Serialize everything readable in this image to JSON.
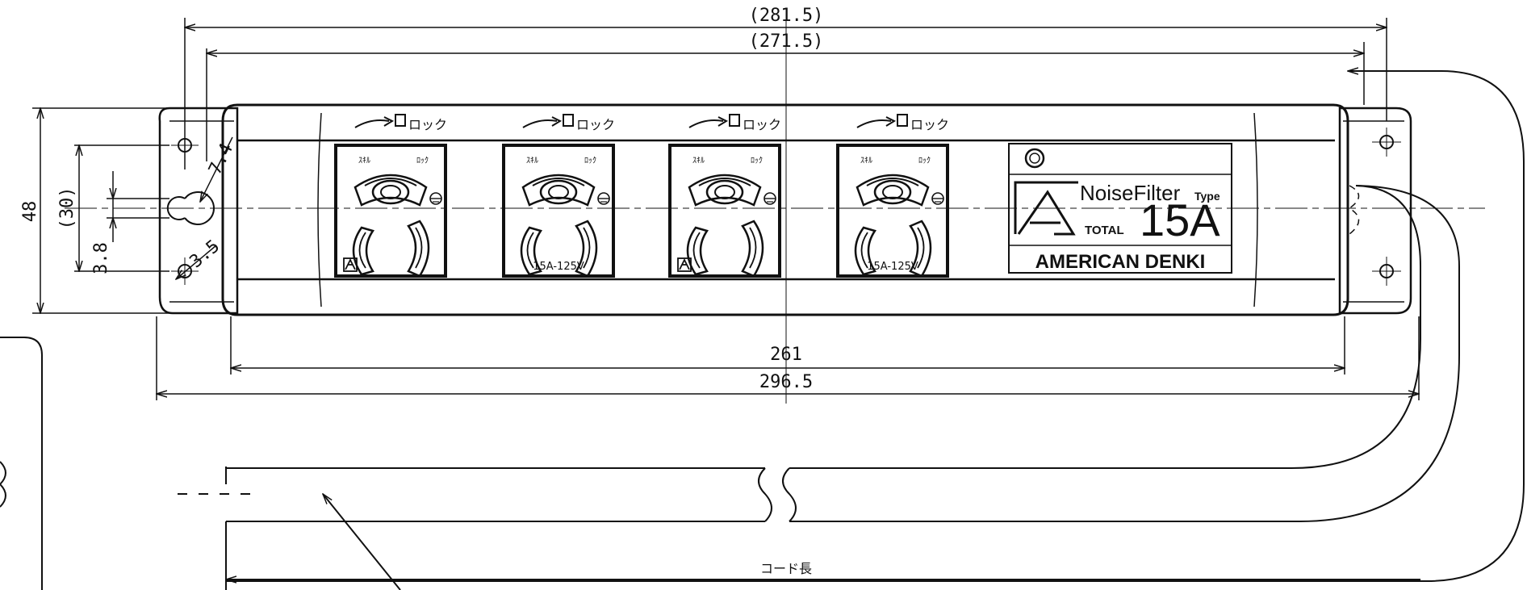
{
  "dimensions": {
    "overall_paren": "(281.5)",
    "inner_paren": "(271.5)",
    "body_length": "261",
    "total_length": "296.5",
    "height": "48",
    "mount_pitch": "(30)",
    "slot_width": "3.8",
    "slot_radius": "7.4",
    "hole_dia": "3.5",
    "cord_length": "コード長"
  },
  "outlets": [
    {
      "lock_label": "ロック",
      "rating": ""
    },
    {
      "lock_label": "ロック",
      "rating": "15A-125V"
    },
    {
      "lock_label": "ロック",
      "rating": ""
    },
    {
      "lock_label": "ロック",
      "rating": "15A-125V"
    }
  ],
  "outlet_small": {
    "left": "ｽｷﾙ",
    "right": "ﾛｯｸ"
  },
  "badge": {
    "title": "NoiseFilter",
    "type": "Type",
    "total": "TOTAL",
    "amp": "15A",
    "brand": "AMERICAN DENKI"
  }
}
